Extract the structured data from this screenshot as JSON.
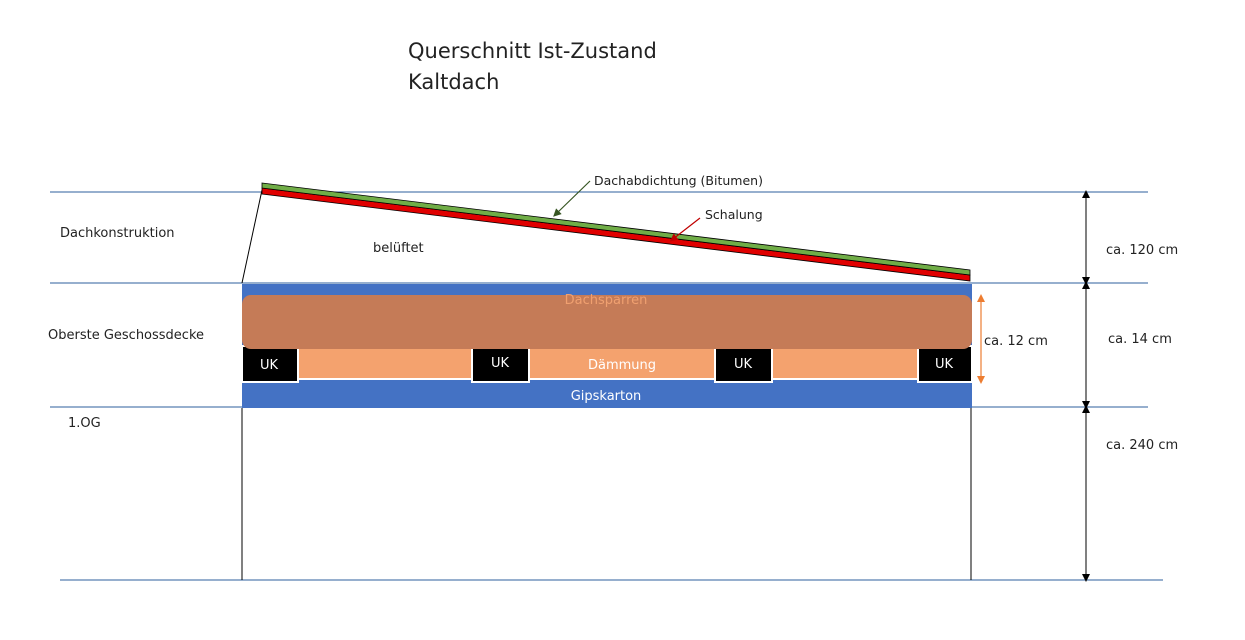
{
  "title": {
    "line1": "Querschnitt Ist-Zustand",
    "line2": "Kaltdach"
  },
  "zones": {
    "roof": "Dachkonstruktion",
    "ceiling": "Oberste Geschossdecke",
    "floor": "1.OG"
  },
  "labels": {
    "ventilated": "belüftet",
    "roofing": "Dachabdichtung (Bitumen)",
    "sheathing": "Schalung",
    "rafters": "Dachsparren",
    "insulation": "Dämmung",
    "substructure": "UK",
    "drywall": "Gipskarton"
  },
  "dimensions": {
    "roof": "ca. 120 cm",
    "ceiling": "ca. 14 cm",
    "floor": "ca. 240 cm",
    "insulation_depth": "ca. 12 cm"
  },
  "colors": {
    "guide_line": "#2e5f9e",
    "blue_layer": "#4472c4",
    "rafter": "#c57b57",
    "insulation": "#f4a26e",
    "uk": "#000000",
    "roofing_green": "#70ad47",
    "sheathing_red": "#e00000",
    "dim_orange": "#ed7d31"
  }
}
